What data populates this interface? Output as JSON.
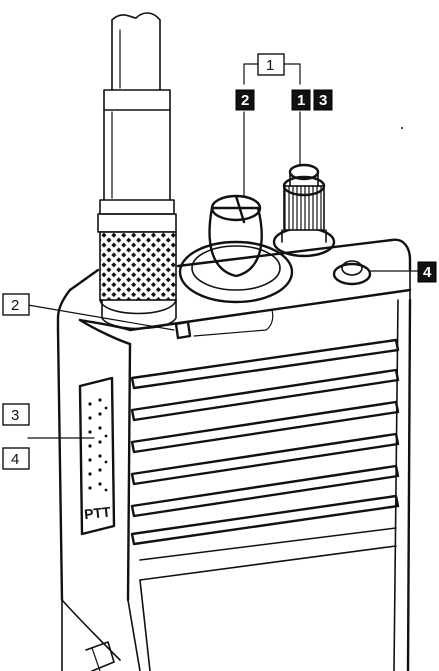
{
  "callouts": {
    "top_bracket": "1",
    "knob_left": "2",
    "knob_right_a": "1",
    "knob_right_b": "3",
    "side_right": "4",
    "indicator": "2",
    "ptt_upper": "3",
    "ptt_lower": "4"
  },
  "ptt_label": "PTT"
}
